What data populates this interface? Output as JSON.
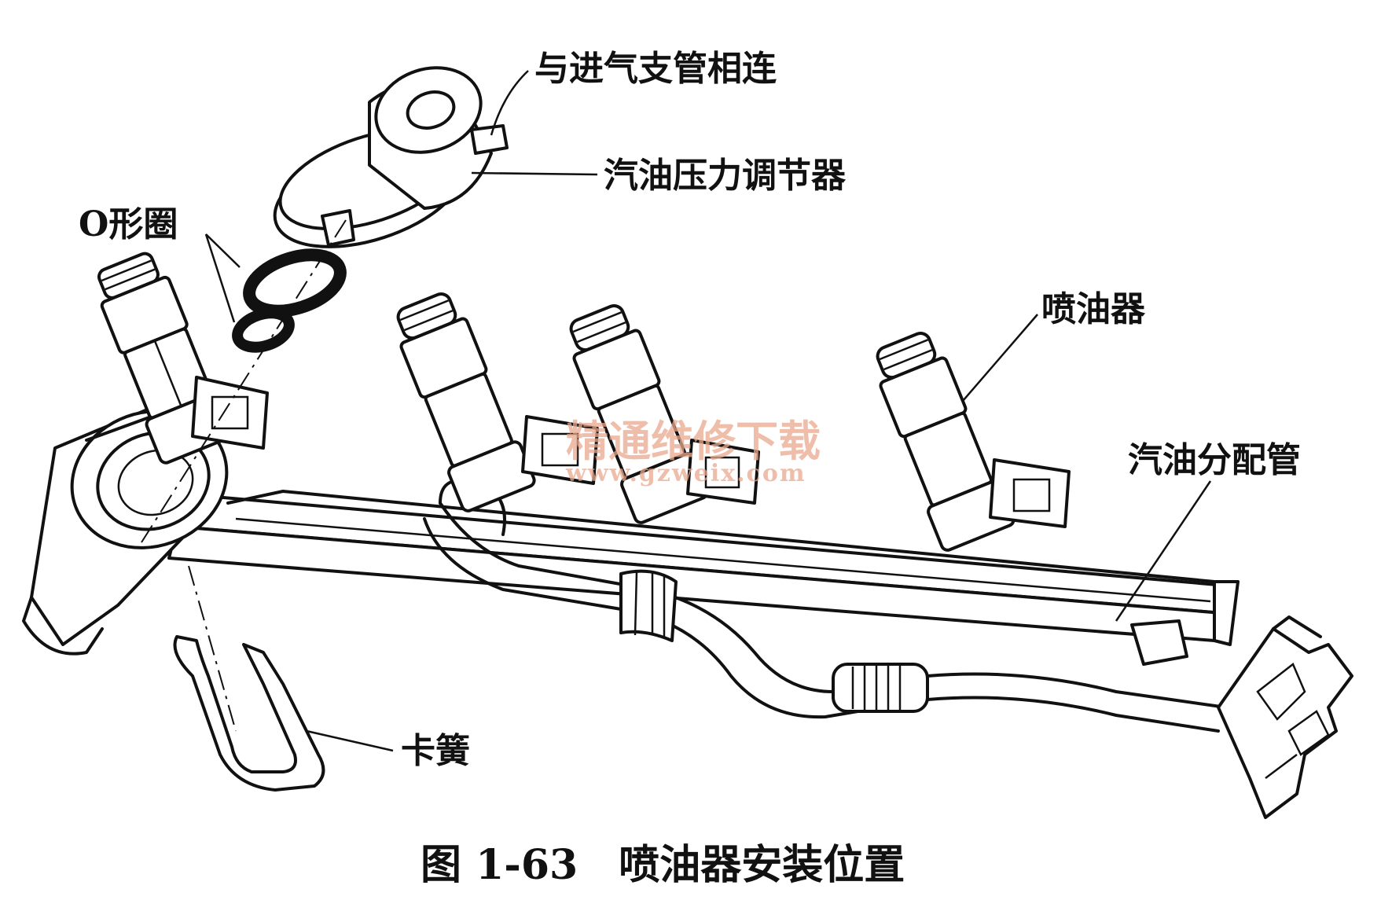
{
  "labels": {
    "manifold_connection": "与进气支管相连",
    "pressure_regulator": "汽油压力调节器",
    "o_ring": "O形圈",
    "injector": "喷油器",
    "fuel_rail": "汽油分配管",
    "spring_clip": "卡簧"
  },
  "caption": "图 1-63　喷油器安装位置",
  "watermark": {
    "text": "精通维修下载",
    "url": "www.gzweix.com"
  },
  "colors": {
    "ink": "#111111",
    "background": "#ffffff",
    "watermark": "#e9a98e"
  }
}
